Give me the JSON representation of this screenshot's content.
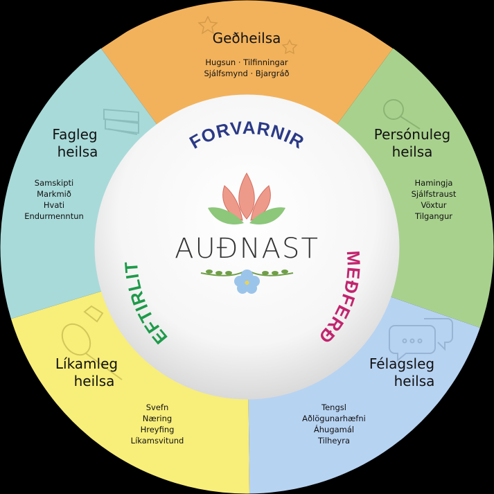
{
  "logo": {
    "text": "AUÐNAST"
  },
  "center": {
    "top_word": "FORVARNIR",
    "left_word": "EFTIRLIT",
    "right_word": "MEÐFERÐ",
    "top_color": "#2b3a86",
    "left_color": "#1e9a4a",
    "right_color": "#c2246e"
  },
  "segments": {
    "gedheilsa": {
      "color": "#f2b25c",
      "title_lines": [
        "Geðheilsa"
      ],
      "items_line_1": "Hugsun · Tilfinningar",
      "items_line_2": "Sjálfsmynd · Bjargráð",
      "icon": "star-icon"
    },
    "personuleg": {
      "color": "#a9d18e",
      "title_lines": [
        "Persónuleg",
        "heilsa"
      ],
      "items": [
        "Hamingja",
        "Sjálfstraust",
        "Vöxtur",
        "Tilgangur"
      ],
      "icon": "magnifier-icon"
    },
    "felagsleg": {
      "color": "#b7d3f2",
      "title_lines": [
        "Félagsleg",
        "heilsa"
      ],
      "items": [
        "Tengsl",
        "Aðlögunarhæfni",
        "Áhugamál",
        "Tilheyra"
      ],
      "icon": "chat-bubbles-icon"
    },
    "likamleg": {
      "color": "#f8ee7a",
      "title_lines": [
        "Líkamleg",
        "heilsa"
      ],
      "items": [
        "Svefn",
        "Næring",
        "Hreyfing",
        "Líkamsvitund"
      ],
      "icon": "badminton-icon"
    },
    "fagleg": {
      "color": "#a8dad9",
      "title_lines": [
        "Fagleg",
        "heilsa"
      ],
      "items": [
        "Samskipti",
        "Markmið",
        "Hvati",
        "Endurmenntun"
      ],
      "icon": "books-icon"
    }
  }
}
